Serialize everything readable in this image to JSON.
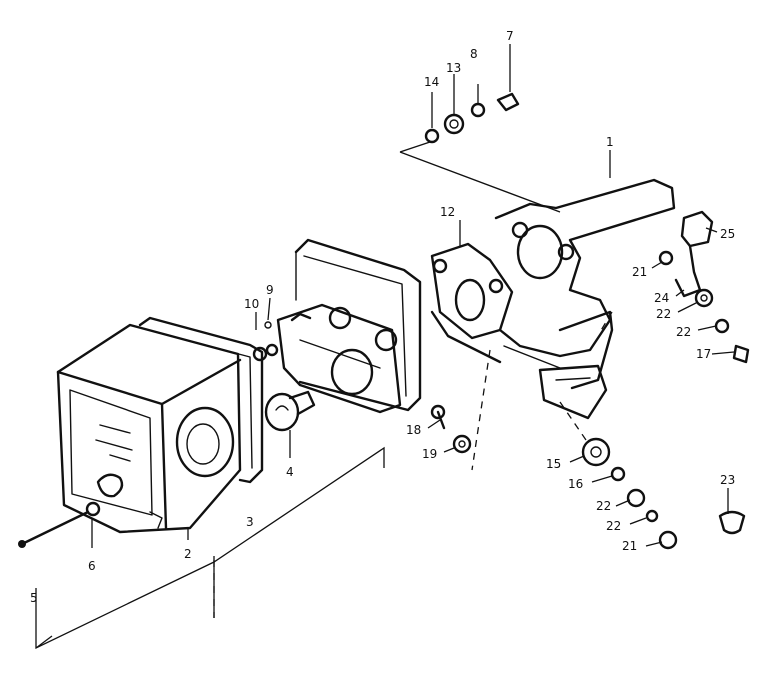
{
  "colors": {
    "ink": "#111111",
    "paper": "#ffffff"
  },
  "callouts": [
    {
      "id": "1",
      "text": "1"
    },
    {
      "id": "2",
      "text": "2"
    },
    {
      "id": "3",
      "text": "3"
    },
    {
      "id": "4",
      "text": "4"
    },
    {
      "id": "5",
      "text": "5"
    },
    {
      "id": "6",
      "text": "6"
    },
    {
      "id": "7",
      "text": "7"
    },
    {
      "id": "8",
      "text": "8"
    },
    {
      "id": "9",
      "text": "9"
    },
    {
      "id": "10",
      "text": "10"
    },
    {
      "id": "12",
      "text": "12"
    },
    {
      "id": "13",
      "text": "13"
    },
    {
      "id": "14",
      "text": "14"
    },
    {
      "id": "15",
      "text": "15"
    },
    {
      "id": "16",
      "text": "16"
    },
    {
      "id": "17",
      "text": "17"
    },
    {
      "id": "18",
      "text": "18"
    },
    {
      "id": "19",
      "text": "19"
    },
    {
      "id": "21a",
      "text": "21"
    },
    {
      "id": "21b",
      "text": "21"
    },
    {
      "id": "22a",
      "text": "22"
    },
    {
      "id": "22b",
      "text": "22"
    },
    {
      "id": "22c",
      "text": "22"
    },
    {
      "id": "22d",
      "text": "22"
    },
    {
      "id": "22e",
      "text": "22"
    },
    {
      "id": "23",
      "text": "23"
    },
    {
      "id": "24",
      "text": "24"
    },
    {
      "id": "25",
      "text": "25"
    }
  ]
}
